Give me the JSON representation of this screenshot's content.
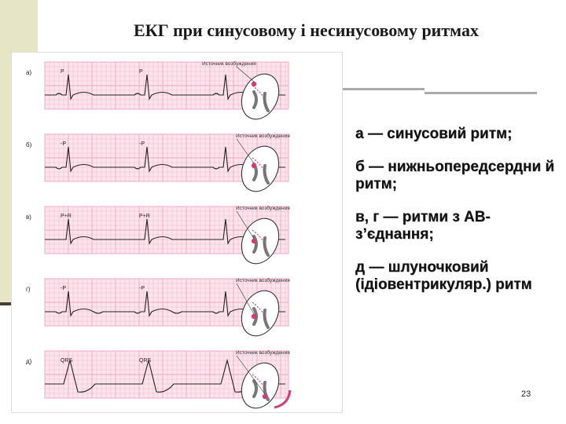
{
  "slide": {
    "title": "ЕКГ при синусовому і несинусовому ритмах",
    "items": [
      "а — синусовий ритм;",
      "б — нижньопередсердни й ритм;",
      "в, г — ритми з АВ-з’єднання;",
      "д — шлуночковий (ідіовентрикуляр.) ритм"
    ],
    "page_number": "23"
  },
  "figure": {
    "panels": [
      {
        "letter": "а)",
        "caption": "Источник возбуждения",
        "labels": [
          "P",
          "P"
        ]
      },
      {
        "letter": "б)",
        "caption": "Источник возбуждения",
        "labels": [
          "-P",
          "-P"
        ]
      },
      {
        "letter": "в)",
        "caption": "Источник возбуждения",
        "labels": [
          "P+R",
          "P+R"
        ]
      },
      {
        "letter": "г)",
        "caption": "Источник возбуждения",
        "labels": [
          "-P",
          "-P"
        ]
      },
      {
        "letter": "д)",
        "caption": "Источник возбуждения",
        "labels": [
          "QRS",
          "QRS"
        ]
      }
    ]
  },
  "colors": {
    "grid": "#f2a6bf",
    "grid_bg": "#fbe4ec",
    "pathway": "#d63a7a",
    "left_band": "#e6e6c6"
  }
}
